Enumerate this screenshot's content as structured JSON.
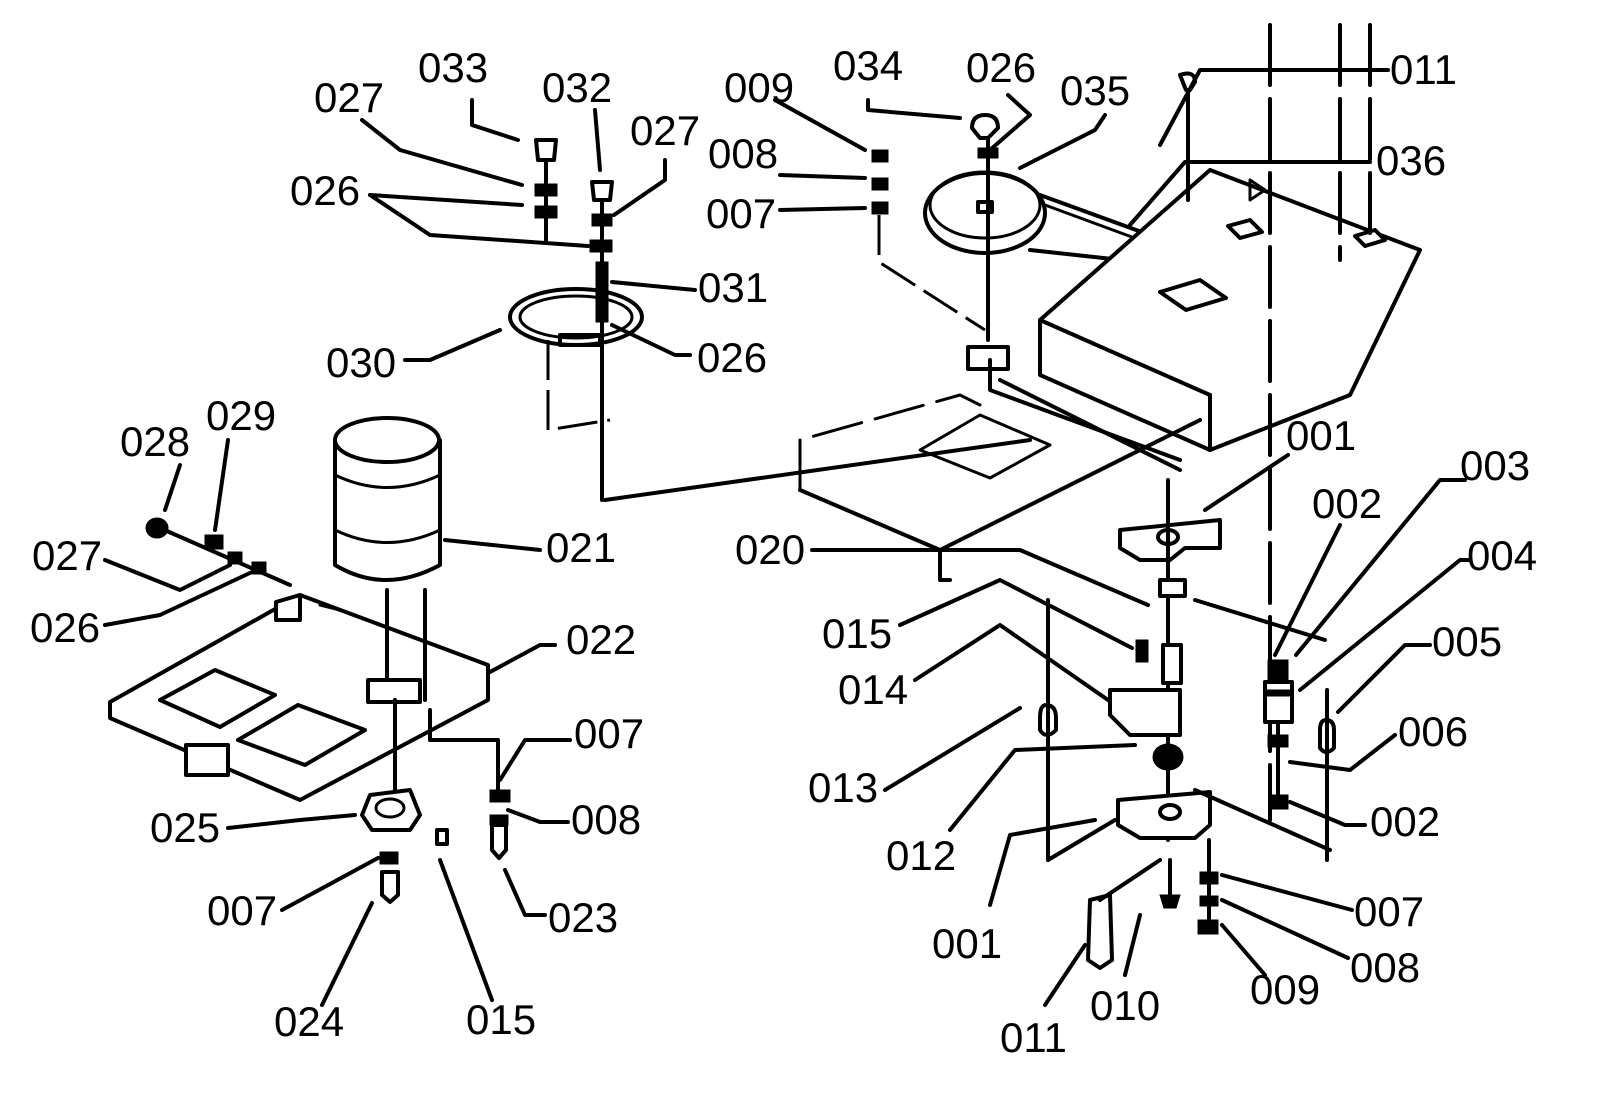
{
  "figure": {
    "labels": [
      {
        "id": "l-033",
        "text": "033"
      },
      {
        "id": "l-027a",
        "text": "027"
      },
      {
        "id": "l-032",
        "text": "032"
      },
      {
        "id": "l-027b",
        "text": "027"
      },
      {
        "id": "l-026a",
        "text": "026"
      },
      {
        "id": "l-031",
        "text": "031"
      },
      {
        "id": "l-030",
        "text": "030"
      },
      {
        "id": "l-026b",
        "text": "026"
      },
      {
        "id": "l-009a",
        "text": "009"
      },
      {
        "id": "l-034",
        "text": "034"
      },
      {
        "id": "l-026c",
        "text": "026"
      },
      {
        "id": "l-035",
        "text": "035"
      },
      {
        "id": "l-011a",
        "text": "011"
      },
      {
        "id": "l-008a",
        "text": "008"
      },
      {
        "id": "l-007a",
        "text": "007"
      },
      {
        "id": "l-036",
        "text": "036"
      },
      {
        "id": "l-028",
        "text": "028"
      },
      {
        "id": "l-029",
        "text": "029"
      },
      {
        "id": "l-027c",
        "text": "027"
      },
      {
        "id": "l-026d",
        "text": "026"
      },
      {
        "id": "l-021",
        "text": "021"
      },
      {
        "id": "l-022",
        "text": "022"
      },
      {
        "id": "l-025",
        "text": "025"
      },
      {
        "id": "l-007b",
        "text": "007"
      },
      {
        "id": "l-008b",
        "text": "008"
      },
      {
        "id": "l-023",
        "text": "023"
      },
      {
        "id": "l-007c",
        "text": "007"
      },
      {
        "id": "l-024",
        "text": "024"
      },
      {
        "id": "l-015a",
        "text": "015"
      },
      {
        "id": "l-001a",
        "text": "001"
      },
      {
        "id": "l-003",
        "text": "003"
      },
      {
        "id": "l-002a",
        "text": "002"
      },
      {
        "id": "l-004",
        "text": "004"
      },
      {
        "id": "l-020",
        "text": "020"
      },
      {
        "id": "l-015b",
        "text": "015"
      },
      {
        "id": "l-014",
        "text": "014"
      },
      {
        "id": "l-005",
        "text": "005"
      },
      {
        "id": "l-006",
        "text": "006"
      },
      {
        "id": "l-013",
        "text": "013"
      },
      {
        "id": "l-002b",
        "text": "002"
      },
      {
        "id": "l-012",
        "text": "012"
      },
      {
        "id": "l-007d",
        "text": "007"
      },
      {
        "id": "l-001b",
        "text": "001"
      },
      {
        "id": "l-008c",
        "text": "008"
      },
      {
        "id": "l-009b",
        "text": "009"
      },
      {
        "id": "l-010",
        "text": "010"
      },
      {
        "id": "l-011b",
        "text": "011"
      }
    ]
  }
}
